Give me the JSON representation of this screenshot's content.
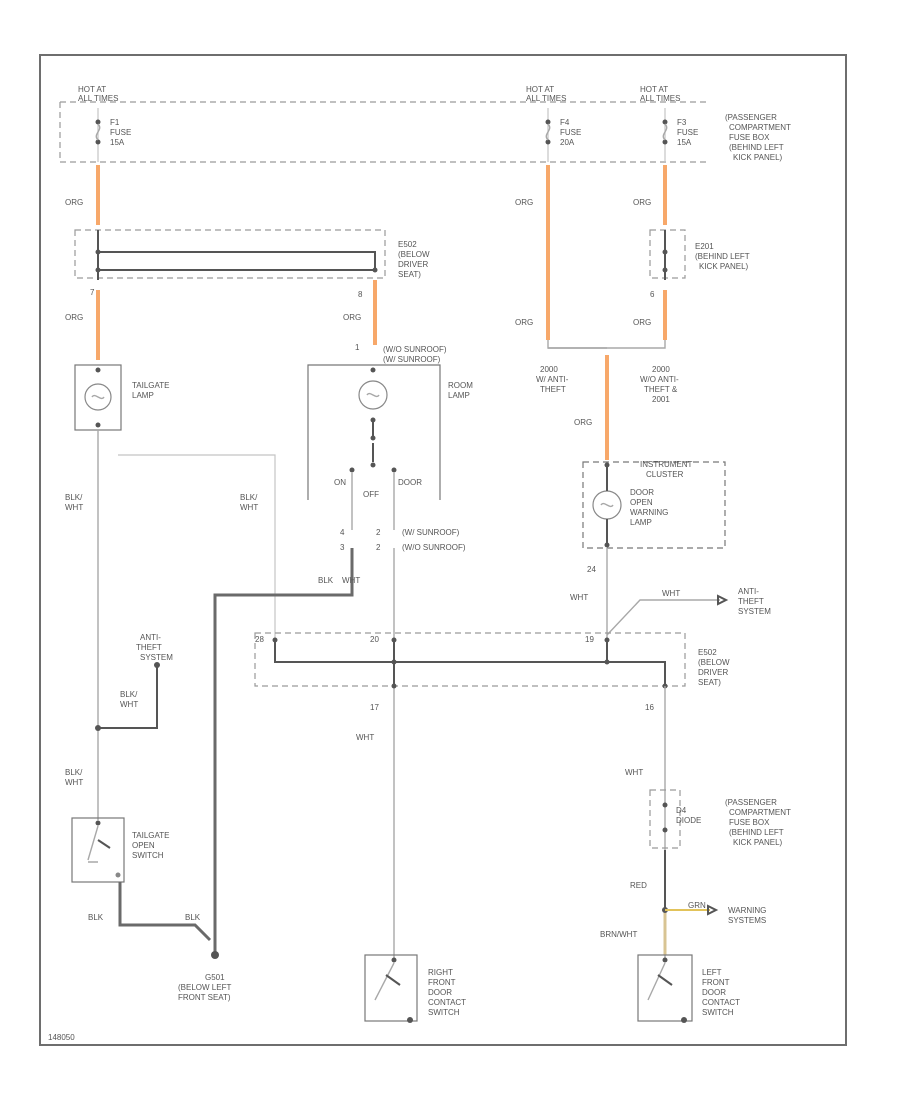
{
  "labels": {
    "hot1": "HOT AT",
    "hot1b": "ALL TIMES",
    "hot2": "HOT AT",
    "hot2b": "ALL TIMES",
    "hot3": "HOT AT",
    "hot3b": "ALL TIMES",
    "fuse1a": "F1",
    "fuse1b": "FUSE",
    "fuse1c": "15A",
    "fuse2a": "F4",
    "fuse2b": "FUSE",
    "fuse2c": "20A",
    "fuse3a": "F3",
    "fuse3b": "FUSE",
    "fuse3c": "15A",
    "pcfb1": "(PASSENGER",
    "pcfb2": "COMPARTMENT",
    "pcfb3": "FUSE BOX",
    "pcfb4": "(BEHIND LEFT",
    "pcfb5": "KICK PANEL)",
    "org1": "ORG",
    "org2": "ORG",
    "org3": "ORG",
    "org4": "ORG",
    "org5": "ORG",
    "org6": "ORG",
    "org7": "ORG",
    "org8": "ORG",
    "pin7": "7",
    "pin8": "8",
    "pin6": "6",
    "pin1": "1",
    "e502a": "E502",
    "e502b": "(BELOW",
    "e502c": "DRIVER",
    "e502d": "SEAT)",
    "e201a": "E201",
    "e201b": "(BEHIND LEFT",
    "e201c": "KICK PANEL)",
    "tailgate1": "TAILGATE",
    "tailgate2": "LAMP",
    "roomlamp1": "ROOM",
    "roomlamp2": "LAMP",
    "sunroof1": "(W/O SUNROOF)",
    "sunroof2": "(W/ SUNROOF)",
    "at1": "2000",
    "at2": "W/ ANTI-",
    "at3": "THEFT",
    "at4": "2000",
    "at5": "W/O ANTI-",
    "at6": "THEFT &",
    "at7": "2001",
    "inst1": "INSTRUMENT",
    "inst2": "CLUSTER",
    "door1": "DOOR",
    "door2": "OPEN",
    "door3": "WARNING",
    "door4": "LAMP",
    "sw_on": "ON",
    "sw_off": "OFF",
    "sw_door": "DOOR",
    "blk1": "BLK/",
    "blk1b": "WHT",
    "blk2": "BLK/",
    "blk2b": "WHT",
    "blk3": "BLK/",
    "blk3b": "WHT",
    "blk4": "BLK/",
    "blk4b": "WHT",
    "pin4": "4",
    "pin2a": "2",
    "pin3": "3",
    "pin2b": "2",
    "sr1": "(W/ SUNROOF)",
    "sr2": "(W/O SUNROOF)",
    "blkwht": "BLK",
    "wht1": "WHT",
    "n24": "24",
    "wht2": "WHT",
    "wht3": "WHT",
    "ats1": "ANTI-",
    "ats2": "THEFT",
    "ats3": "SYSTEM",
    "ats4": "ANTI-",
    "ats5": "THEFT",
    "ats6": "SYSTEM",
    "c28": "28",
    "c20": "20",
    "c19": "19",
    "c17": "17",
    "c16": "16",
    "e502e": "E502",
    "e502f": "(BELOW",
    "e502g": "DRIVER",
    "e502h": "SEAT)",
    "wht4": "WHT",
    "wht5": "WHT",
    "tos1": "TAILGATE",
    "tos2": "OPEN",
    "tos3": "SWITCH",
    "blk5": "BLK",
    "blk6": "BLK",
    "g": "G501",
    "g2": "(BELOW LEFT",
    "g3": "FRONT SEAT)",
    "rf1": "RIGHT",
    "rf2": "FRONT",
    "rf3": "DOOR",
    "rf4": "CONTACT",
    "rf5": "SWITCH",
    "d4a": "D4",
    "d4b": "DIODE",
    "pcfb6": "(PASSENGER",
    "pcfb7": "COMPARTMENT",
    "pcfb8": "FUSE BOX",
    "pcfb9": "(BEHIND LEFT",
    "pcfb10": "KICK PANEL)",
    "red": "RED",
    "brnwht": "BRN/WHT",
    "grn": "GRN",
    "warn1": "WARNING",
    "warn2": "SYSTEMS",
    "lf1": "LEFT",
    "lf2": "FRONT",
    "lf3": "DOOR",
    "lf4": "CONTACT",
    "lf5": "SWITCH",
    "ref": "148050"
  }
}
